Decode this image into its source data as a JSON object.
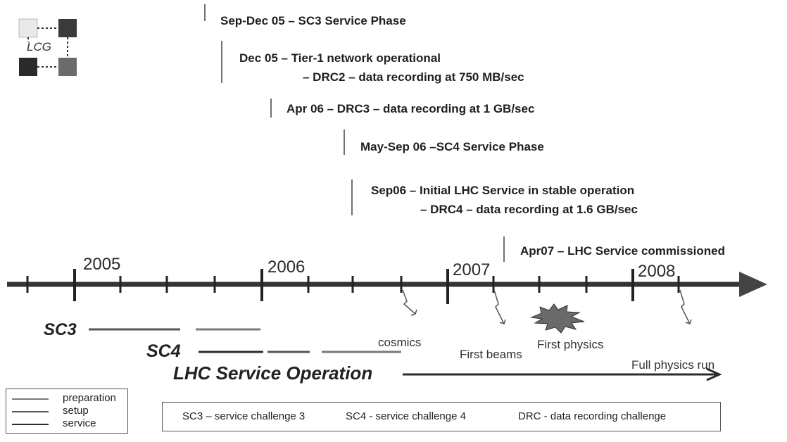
{
  "logo": {
    "text": "LCG"
  },
  "years": [
    "2005",
    "2006",
    "2007",
    "2008"
  ],
  "milestones": [
    {
      "text": "Sep-Dec 05 – SC3 Service Phase"
    },
    {
      "text": "Dec 05 – Tier-1 network operational"
    },
    {
      "text": "– DRC2 – data recording at 750 MB/sec"
    },
    {
      "text": "Apr 06 – DRC3 – data recording at 1 GB/sec"
    },
    {
      "text": "May-Sep 06 –SC4 Service Phase"
    },
    {
      "text": "Sep06 – Initial LHC Service in stable operation"
    },
    {
      "text": "– DRC4 – data recording at 1.6 GB/sec"
    },
    {
      "text": "Apr07 – LHC Service commissioned"
    }
  ],
  "phases": {
    "sc3": "SC3",
    "sc4": "SC4",
    "lhc": "LHC Service Operation"
  },
  "events": {
    "cosmics": "cosmics",
    "first_beams": "First beams",
    "first_physics": "First physics",
    "full_physics": "Full physics run"
  },
  "legend": {
    "items": [
      {
        "label": "preparation",
        "color": "#7a7a7a"
      },
      {
        "label": "setup",
        "color": "#555555"
      },
      {
        "label": "service",
        "color": "#2b2b2b"
      }
    ]
  },
  "glossary": [
    "SC3 – service challenge 3",
    "SC4 - service challenge 4",
    "DRC - data recording challenge"
  ],
  "colors": {
    "axis": "#333333",
    "text": "#1f1f1f",
    "burst": "#555555"
  }
}
